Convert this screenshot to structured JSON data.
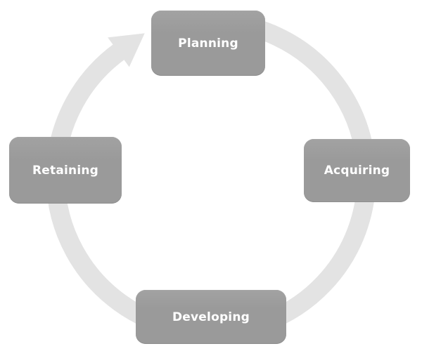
{
  "diagram": {
    "type": "cycle",
    "direction": "clockwise",
    "stages": [
      {
        "label": "Planning",
        "position": "top"
      },
      {
        "label": "Acquiring",
        "position": "right"
      },
      {
        "label": "Developing",
        "position": "bottom"
      },
      {
        "label": "Retaining",
        "position": "left"
      }
    ],
    "arrow": {
      "shape": "circular-band",
      "arrowhead_points_to": "Planning"
    },
    "colors": {
      "node_fill": "#9a9a9a",
      "node_text": "#ffffff",
      "arrow": "#e3e3e3",
      "background": "#ffffff"
    }
  }
}
